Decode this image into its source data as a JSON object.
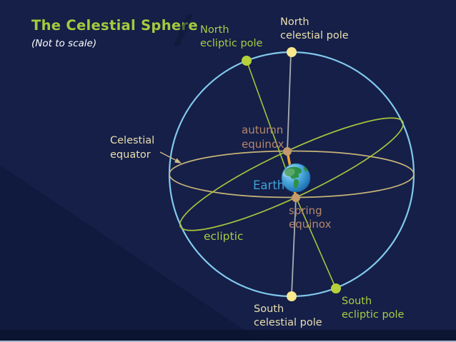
{
  "slide": {
    "title": "The Celestial Sphere",
    "subtitle": "(Not to scale)"
  },
  "labels": {
    "north_celestial_pole": {
      "line1": "North",
      "line2": "celestial pole"
    },
    "north_ecliptic_pole": {
      "line1": "North",
      "line2": "ecliptic pole"
    },
    "south_celestial_pole": {
      "line1": "South",
      "line2": "celestial pole"
    },
    "south_ecliptic_pole": {
      "line1": "South",
      "line2": "ecliptic pole"
    },
    "autumn_equinox": {
      "line1": "autumn",
      "line2": "equinox"
    },
    "spring_equinox": {
      "line1": "spring",
      "line2": "equinox"
    },
    "celestial_equator": {
      "line1": "Celestial",
      "line2": "equator"
    },
    "ecliptic_label": "ecliptic",
    "earth_label": "Earth"
  },
  "colors": {
    "background": "#151f48",
    "background_accent_dark": "#0c1533",
    "footer_band": "#0a142f",
    "footer_line": "#aab6cc",
    "title_green": "#a6ca3d",
    "subtitle_white": "#ffffff",
    "sphere_blue": "#82c8ec",
    "equator_tan": "#c6b478",
    "ecliptic_green": "#a6c23d",
    "label_wheat": "#eadfae",
    "label_green": "#a8cc42",
    "label_rosybrown": "#b5876a",
    "label_earth_blue": "#3fa3d9",
    "celestial_pole_dot": "#f8e88e",
    "ecliptic_pole_dot": "#b6d03a",
    "equinox_dot": "#c39a6d",
    "axis_gray": "#a8adb3",
    "axis_orange": "#efa733"
  }
}
